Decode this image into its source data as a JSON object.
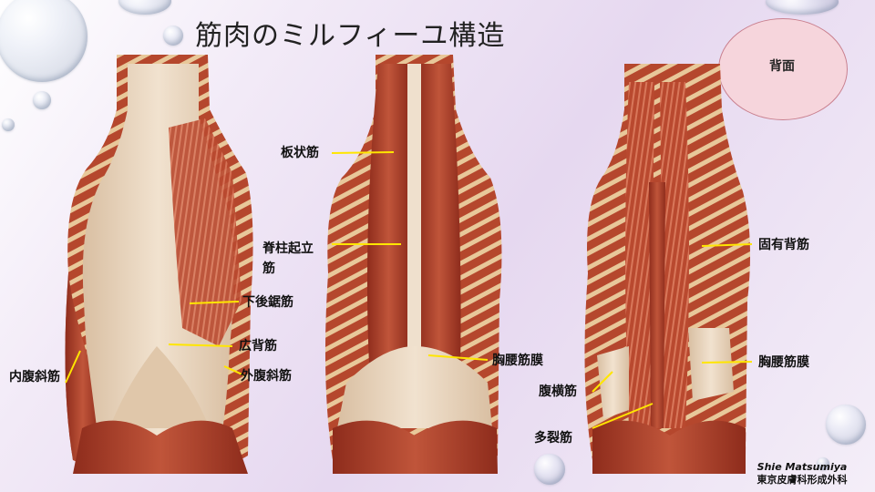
{
  "slide": {
    "title": "筋肉のミルフィーユ構造",
    "badge": "背面",
    "credit_name": "Shie Matsumiya",
    "credit_org": "東京皮膚科形成外科"
  },
  "labels": {
    "itabo": "板状筋",
    "sekichu_1": "脊柱起立",
    "sekichu_2": "筋",
    "kagoko": "下後鋸筋",
    "kohai": "広背筋",
    "naifukusha": "内腹斜筋",
    "gaifukusha": "外腹斜筋",
    "kyoyo_center": "胸腰筋膜",
    "koyu": "固有背筋",
    "kyoyo_right": "胸腰筋膜",
    "fukuo": "腹横筋",
    "taretsu": "多裂筋"
  },
  "colors": {
    "leader_line": "#ffe600",
    "muscle_red": "#b8442a",
    "fascia": "#e8d3bb"
  }
}
